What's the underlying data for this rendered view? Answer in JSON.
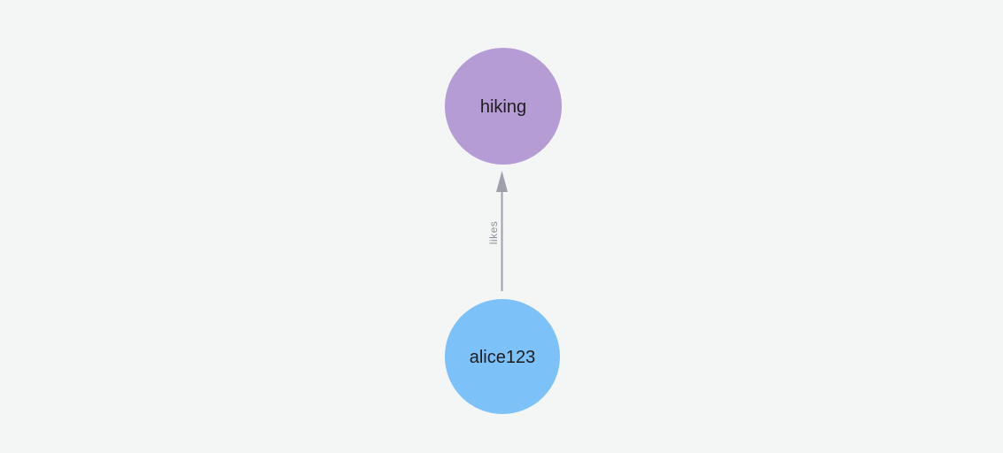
{
  "page": {
    "background": "#f4f5f5"
  },
  "graph": {
    "nodes": [
      {
        "id": "hiking",
        "label": "hiking",
        "fill": "#b69cd4"
      },
      {
        "id": "alice123",
        "label": "alice123",
        "fill": "#7dc1f9"
      }
    ],
    "edges": [
      {
        "from": "alice123",
        "to": "hiking",
        "label": "likes",
        "color": "#9fa0ac"
      }
    ]
  }
}
